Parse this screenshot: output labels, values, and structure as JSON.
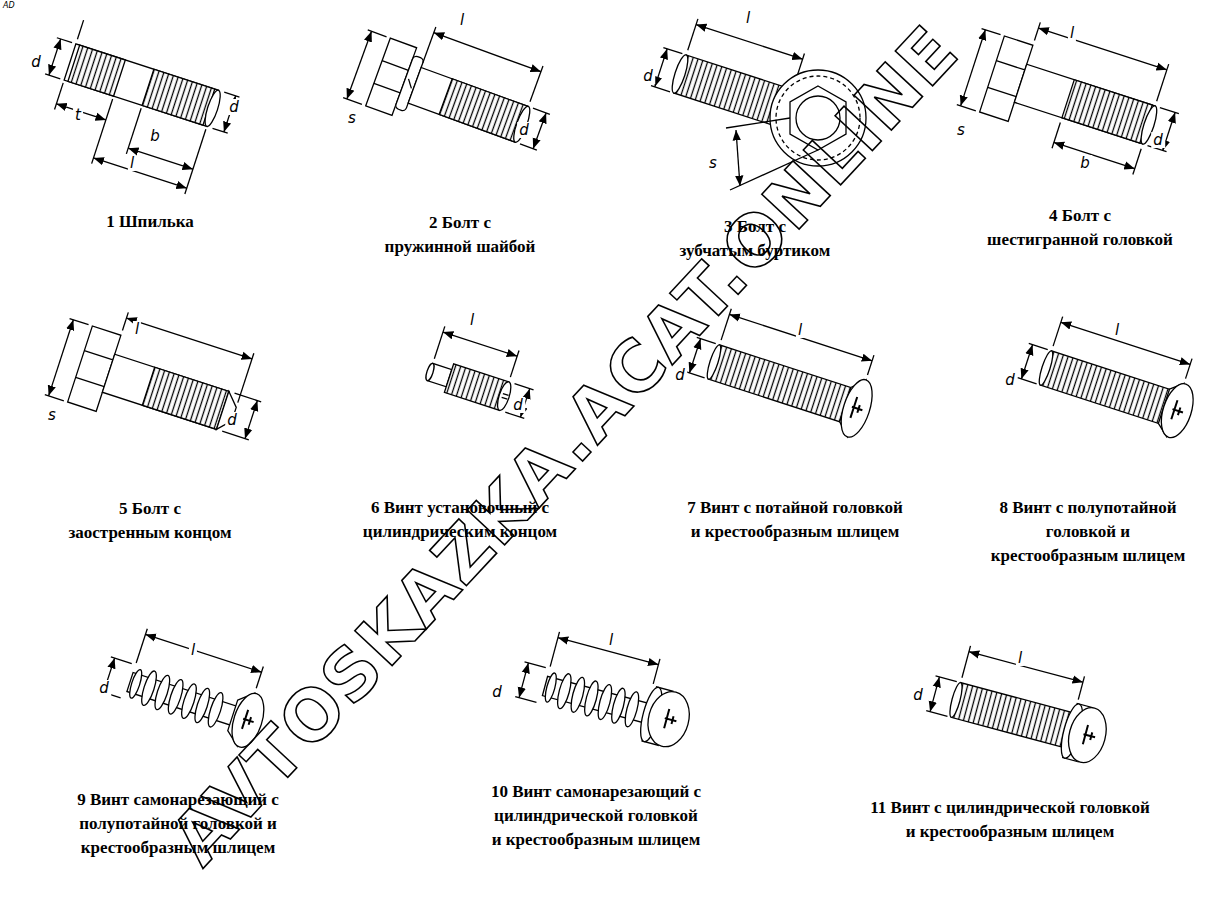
{
  "diagram": {
    "labels": [
      "AD",
      "d",
      "t",
      "b",
      "l",
      "d",
      "1 Шпилька",
      "l",
      "s",
      "d",
      "2 Болт с пружинной шайбой",
      "l",
      "d",
      "s",
      "3 Болт с зубчатым буртиком",
      "l",
      "s",
      "b",
      "d",
      "4 Болт с шестигранной головкой",
      "l",
      "s",
      "d",
      "5 Болт с заостренным концом",
      "l",
      "d",
      "6 Винт установочный с цилиндрическим концом",
      "l",
      "d",
      "7 Винт с потайной головкой и крестообразным шлицем",
      "l",
      "d",
      "8 Винт с полупотайной головкой и крестообразным шлицем",
      "l",
      "d",
      "9 Винт самонарезающий с полупотайной головкой и крестообразным шлицем",
      "l",
      "d",
      "10 Винт самонарезающий с цилиндрической головкой и крестообразным шлицем",
      "l",
      "d",
      "11 Винт с цилиндрической головкой и крестообразным шлицем",
      "AVTOSKAZKA.ACAT.ONLINE"
    ]
  }
}
